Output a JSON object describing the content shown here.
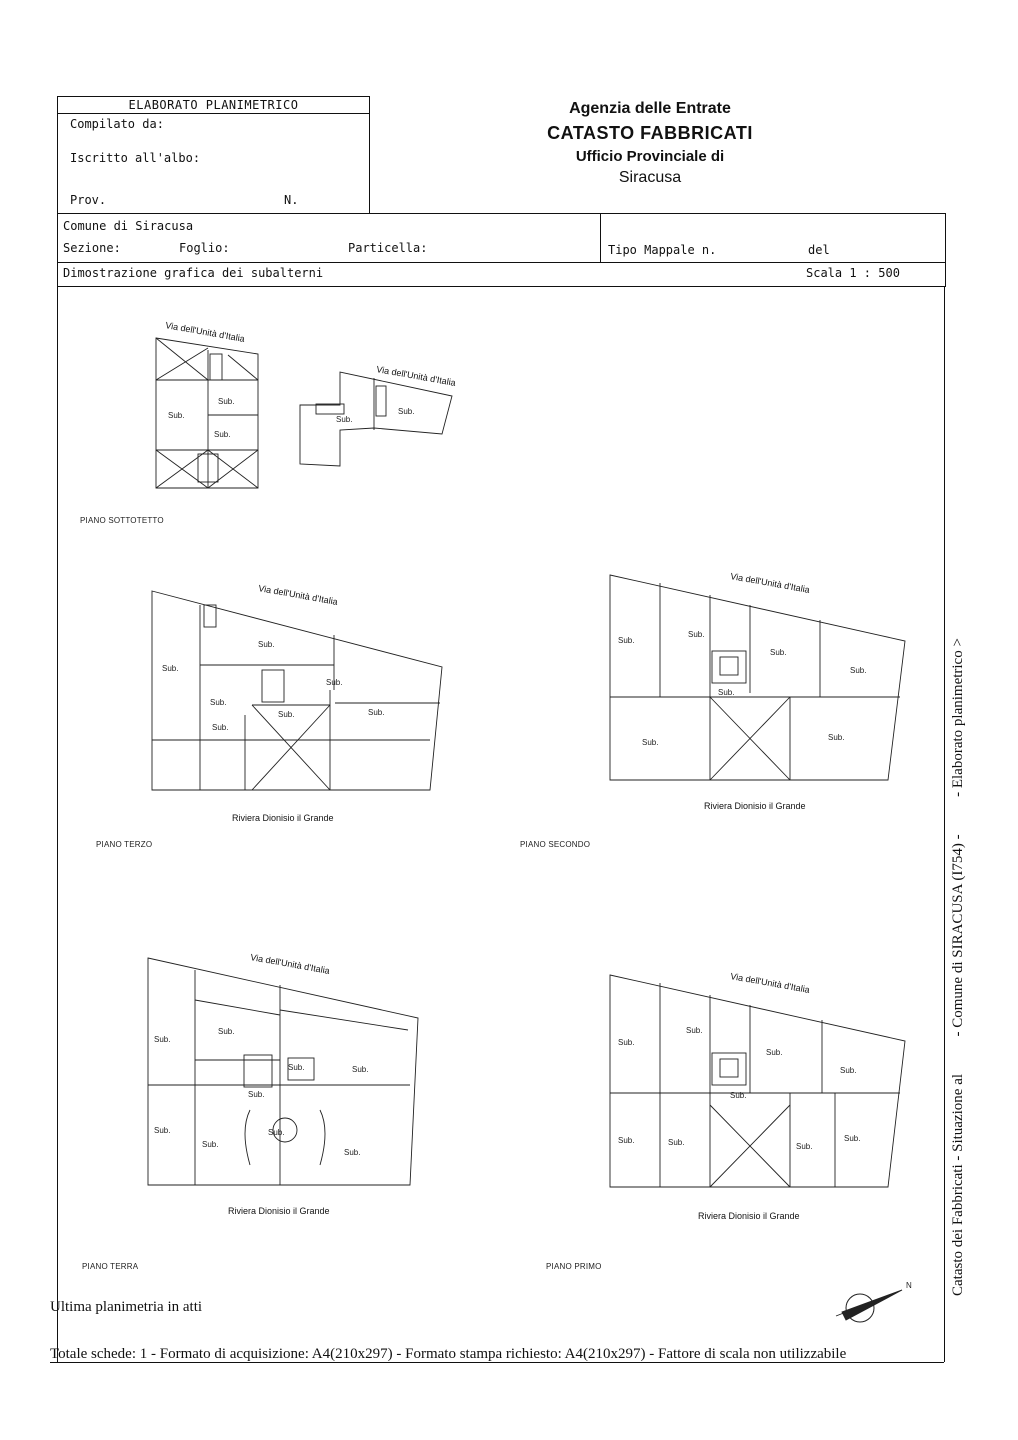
{
  "header": {
    "box_title": "ELABORATO PLANIMETRICO",
    "compilato": "Compilato da:",
    "iscritto": "Iscritto all'albo:",
    "prov": "Prov.",
    "n": "N.",
    "agency": "Agenzia delle Entrate",
    "catasto": "CATASTO FABBRICATI",
    "ufficio": "Ufficio Provinciale di",
    "city": "Siracusa"
  },
  "info": {
    "comune": "Comune di Siracusa",
    "sezione": "Sezione:",
    "foglio": "Foglio:",
    "particella": "Particella:",
    "tipo_mappale": "Tipo Mappale n.",
    "del": "del",
    "dimostrazione": "Dimostrazione grafica dei subalterni",
    "scala": "Scala 1 : 500"
  },
  "plans": {
    "sottotetto": "PIANO SOTTOTETTO",
    "terzo": "PIANO TERZO",
    "secondo": "PIANO SECONDO",
    "terra": "PIANO TERRA",
    "primo": "PIANO PRIMO",
    "street_top": "Via dell'Unità d'Italia",
    "street_bottom": "Riviera Dionisio il Grande",
    "sub": "Sub."
  },
  "side_text": "Catasto dei Fabbricati - Situazione al          - Comune di SIRACUSA (I754) -          - Elaborato planimetrico >",
  "footer": {
    "ultima": "Ultima planimetria in atti",
    "totale": "Totale schede: 1 - Formato di acquisizione: A4(210x297)  - Formato stampa richiesto: A4(210x297) - Fattore di scala non utilizzabile"
  },
  "compass": {
    "north": "N"
  }
}
